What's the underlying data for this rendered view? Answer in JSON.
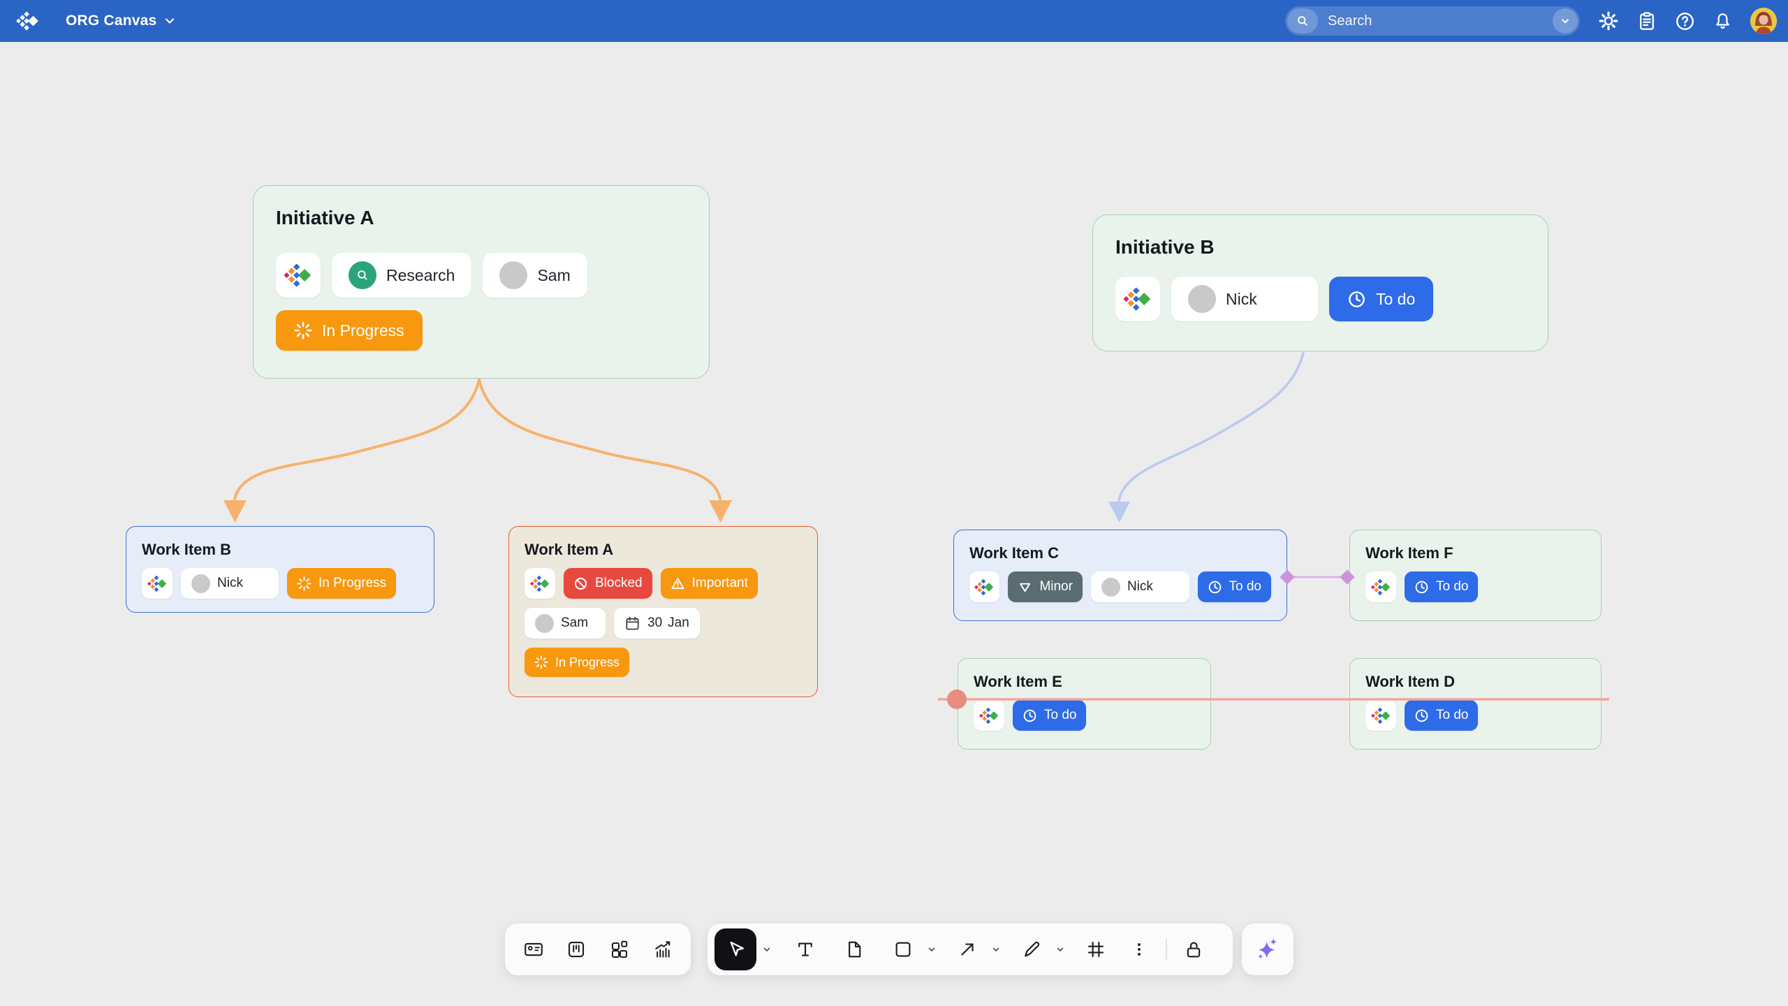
{
  "app": {
    "title": "ORG Canvas"
  },
  "navbar": {
    "search_placeholder": "Search",
    "icons": [
      "app-logo",
      "chevron-down",
      "search",
      "gear",
      "clipboard",
      "help",
      "bell",
      "avatar"
    ]
  },
  "cards": {
    "initiative_a": {
      "title": "Initiative A",
      "type_label": "Research",
      "assignee": "Sam",
      "status": "In Progress"
    },
    "initiative_b": {
      "title": "Initiative B",
      "assignee": "Nick",
      "status": "To do"
    },
    "work_item_b": {
      "title": "Work Item B",
      "assignee": "Nick",
      "status": "In Progress"
    },
    "work_item_a": {
      "title": "Work Item A",
      "flag_blocked": "Blocked",
      "flag_important": "Important",
      "assignee": "Sam",
      "due_day": "30",
      "due_month": "Jan",
      "status": "In Progress"
    },
    "work_item_c": {
      "title": "Work Item C",
      "priority": "Minor",
      "assignee": "Nick",
      "status": "To do"
    },
    "work_item_f": {
      "title": "Work Item F",
      "status": "To do"
    },
    "work_item_e": {
      "title": "Work Item E",
      "status": "To do"
    },
    "work_item_d": {
      "title": "Work Item D",
      "status": "To do"
    }
  },
  "connections": [
    {
      "from": "initiative_a",
      "to": "work_item_b",
      "style": "curved-arrow",
      "color": "#F6B26B"
    },
    {
      "from": "initiative_a",
      "to": "work_item_a",
      "style": "curved-arrow",
      "color": "#F6B26B"
    },
    {
      "from": "initiative_b",
      "to": "work_item_c",
      "style": "curved-arrow",
      "color": "#BBC9EF"
    },
    {
      "from": "work_item_c",
      "to": "work_item_f",
      "style": "diamond-line",
      "color": "#CE93DB"
    },
    {
      "from": "work_item_e",
      "to": "work_item_d",
      "style": "straight-line",
      "color": "#F2A69D"
    }
  ],
  "toolbar": {
    "left_tools": [
      "card-template",
      "kanban-board",
      "layout-blocks",
      "chart"
    ],
    "main_tools": [
      "select-cursor",
      "text",
      "document",
      "shape",
      "arrow",
      "pen",
      "frame-grid",
      "more",
      "lock"
    ],
    "selected_tool": "select-cursor",
    "ai_tool": "ai-sparkle"
  },
  "colors": {
    "navbar": "#2A64C5",
    "status_in_progress": "#F7980F",
    "status_blocked": "#E8493F",
    "status_todo": "#2E6BE8",
    "priority_minor": "#5A6C72",
    "research_badge": "#2AA57B",
    "card_green_bg": "#E9F3EC",
    "card_green_border": "#A9CCB6",
    "card_blue_bg": "#E6EDF8",
    "card_blue_border": "#3D6FD2",
    "card_tan_bg": "#ECE8DB",
    "card_tan_border": "#EE5B33",
    "connector_orange": "#F6B26B",
    "connector_blue": "#BBC9EF",
    "connector_purple": "#CE93DB",
    "connector_red": "#F2A69D",
    "ai_sparkle": "#7C6CF2"
  }
}
